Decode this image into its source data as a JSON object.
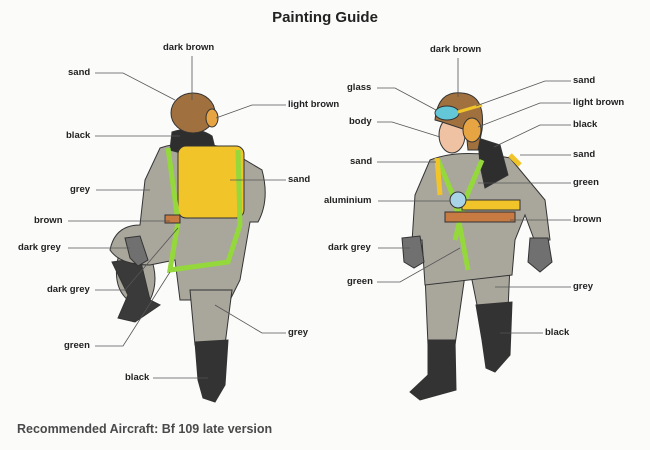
{
  "title": "Painting Guide",
  "footer": "Recommended Aircraft: Bf 109 late version",
  "colors": {
    "grey": "#a9a69c",
    "sand": "#f1c52a",
    "dark_brown": "#a0703f",
    "black": "#2e2e2e",
    "green": "#94d83c",
    "brown": "#c77a42",
    "glass": "#63c7d8",
    "body": "#efc2a4",
    "aluminium": "#a9d4e8"
  },
  "back_view": {
    "labels": [
      "dark brown",
      "sand",
      "light brown",
      "black",
      "grey",
      "sand",
      "brown",
      "dark grey",
      "dark grey",
      "green",
      "grey",
      "black"
    ]
  },
  "front_view": {
    "labels": [
      "dark brown",
      "glass",
      "sand",
      "light brown",
      "body",
      "black",
      "sand",
      "sand",
      "green",
      "aluminium",
      "brown",
      "dark grey",
      "green",
      "grey",
      "black"
    ]
  }
}
